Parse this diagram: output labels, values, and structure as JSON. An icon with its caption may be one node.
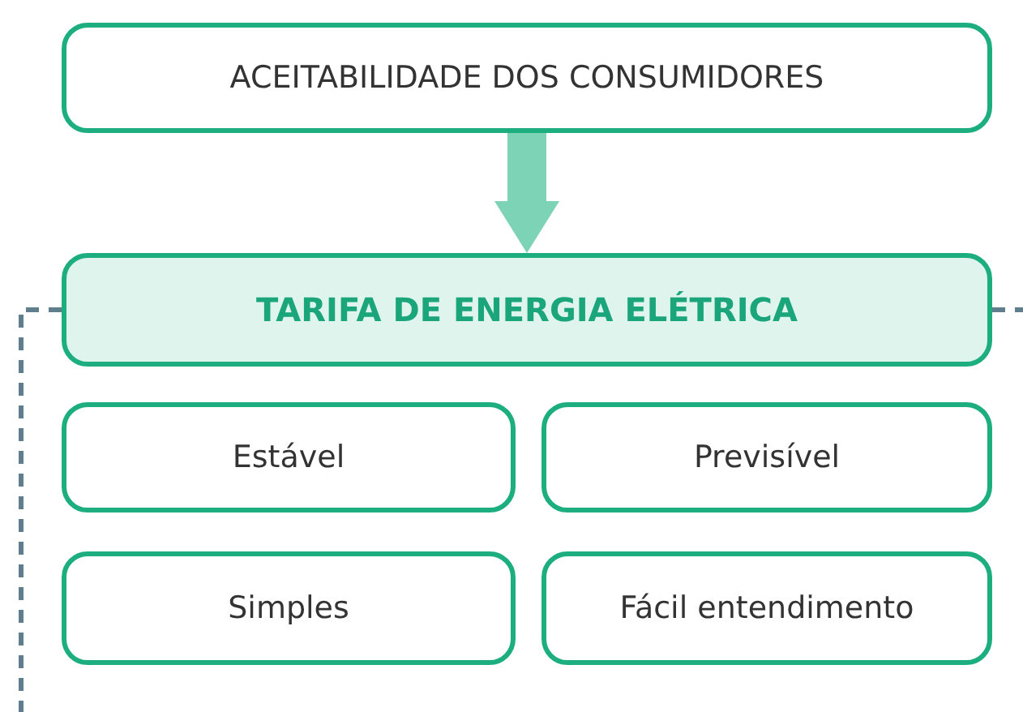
{
  "diagram": {
    "nodes": [
      {
        "text": [
          "ACEITABILIDADE DOS CONSUMIDORES"
        ]
      },
      {
        "text": [
          "TARIFA DE ENERGIA ELÉTRICA"
        ]
      },
      {
        "text": [
          "Estável"
        ]
      },
      {
        "text": [
          "Previsível"
        ]
      },
      {
        "text": [
          "Simples"
        ]
      },
      {
        "text": [
          "Fácil entendimento"
        ]
      }
    ],
    "edges": [
      {
        "from": 0,
        "to": 1,
        "arrow": "to",
        "style": "thick",
        "color": "#7dd3b5"
      },
      {
        "from": 1,
        "to": null,
        "arrow": "none",
        "style": "dashed",
        "color": "#5f7f8f"
      },
      {
        "from": 1,
        "to": null,
        "arrow": "none",
        "style": "dashed",
        "color": "#5f7f8f"
      }
    ]
  }
}
